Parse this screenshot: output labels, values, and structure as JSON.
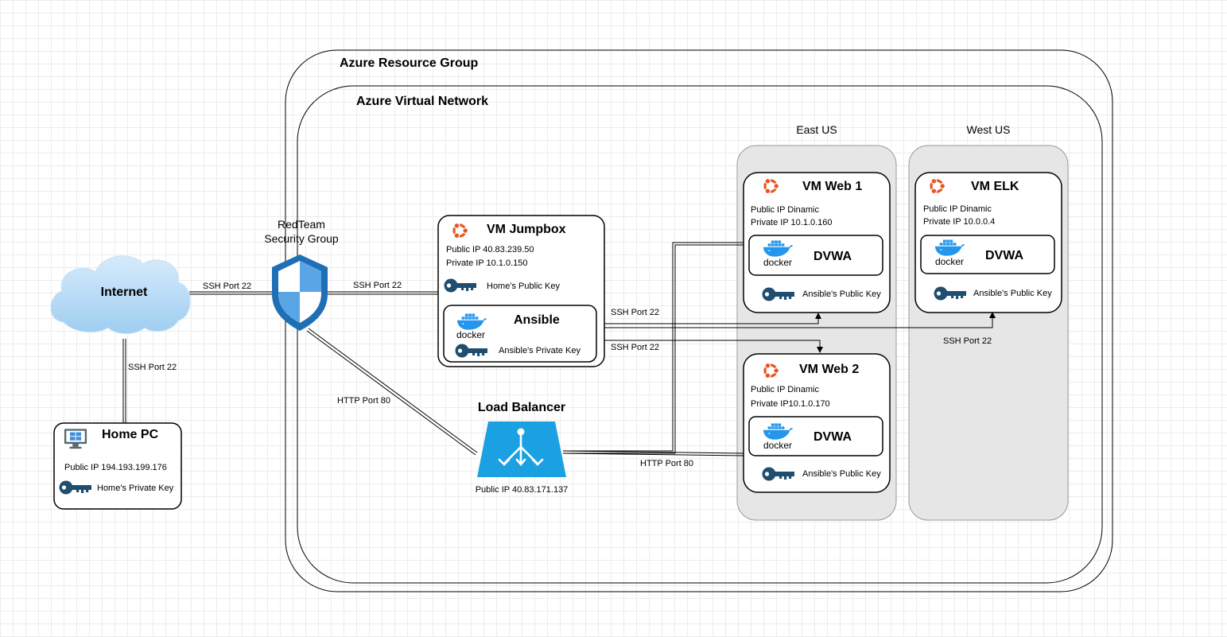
{
  "groups": {
    "resource_group": "Azure Resource Group",
    "virtual_network": "Azure Virtual Network",
    "region_east": "East US",
    "region_west": "West US",
    "security_group": [
      "RedTeam",
      "Security Group"
    ]
  },
  "internet": {
    "label": "Internet"
  },
  "home_pc": {
    "title": "Home PC",
    "public_ip": "Public IP 194.193.199.176",
    "key": "Home's Private Key"
  },
  "jumpbox": {
    "title": "VM Jumpbox",
    "public_ip": "Public IP 40.83.239.50",
    "private_ip": "Private IP 10.1.0.150",
    "key": "Home's Public Key",
    "ansible": {
      "title": "Ansible",
      "key": "Ansible's Private Key"
    }
  },
  "load_balancer": {
    "title": "Load Balancer",
    "public_ip": "Public IP 40.83.171.137"
  },
  "web1": {
    "title": "VM Web 1",
    "public_ip": "Public IP Dinamic",
    "private_ip": "Private IP 10.1.0.160",
    "container": "DVWA",
    "key": "Ansible's Public Key"
  },
  "web2": {
    "title": "VM Web 2",
    "public_ip": "Public IP Dinamic",
    "private_ip": "Private IP10.1.0.170",
    "container": "DVWA",
    "key": "Ansible's Public Key"
  },
  "elk": {
    "title": "VM ELK",
    "public_ip": "Public IP Dinamic",
    "private_ip": "Private IP 10.0.0.4",
    "container": "DVWA",
    "key": "Ansible's Public Key"
  },
  "connections": {
    "internet_sg": "SSH Port 22",
    "internet_home": "SSH Port 22",
    "sg_jumpbox": "SSH Port 22",
    "sg_lb": "HTTP Port 80",
    "ansible_web1": "SSH Port 22",
    "ansible_web2": "SSH Port 22",
    "ansible_elk": "SSH Port 22",
    "lb_webs": "HTTP Port 80"
  },
  "icons": {
    "docker_text": "docker",
    "ubuntu": "ubuntu-icon",
    "key": "key-icon",
    "windows": "windows-monitor-icon",
    "shield": "shield-icon",
    "cloud": "cloud-icon",
    "load_balancer": "load-balancer-icon"
  },
  "colors": {
    "ubuntu": "#e95420",
    "docker": "#2496ed",
    "key": "#1f4e70",
    "shield": "#1f6fb5",
    "lb": "#1ba1e2",
    "cloud": "#b7dbf6",
    "region_bg": "#e6e6e6"
  }
}
